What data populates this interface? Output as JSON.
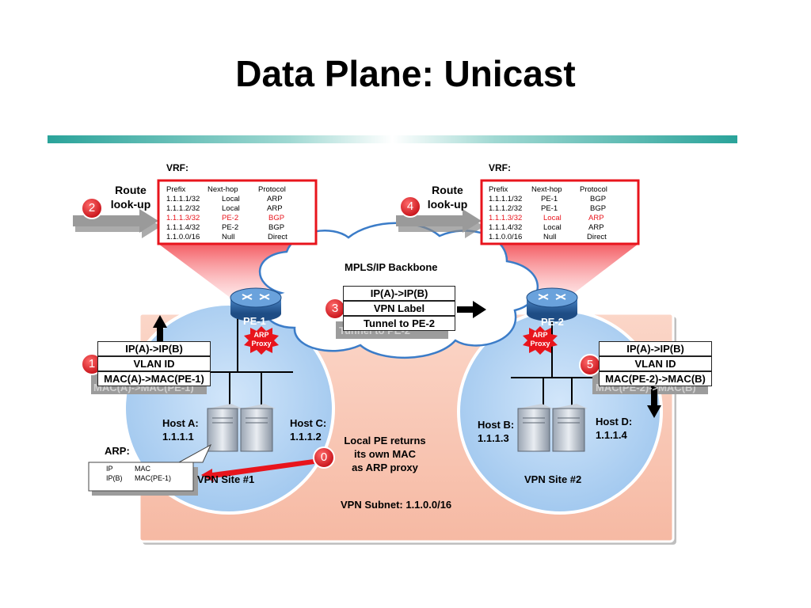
{
  "slide": {
    "title": "Data Plane: Unicast"
  },
  "route_lookup_left": {
    "label_line1": "Route",
    "label_line2": "look-up",
    "step": "2"
  },
  "route_lookup_right": {
    "label_line1": "Route",
    "label_line2": "look-up",
    "step": "4"
  },
  "vrf_left": {
    "label": "VRF:",
    "headers": [
      "Prefix",
      "Next-hop",
      "Protocol"
    ],
    "rows": [
      [
        "1.1.1.1/32",
        "Local",
        "ARP"
      ],
      [
        "1.1.1.2/32",
        "Local",
        "ARP"
      ],
      [
        "1.1.1.3/32",
        "PE-2",
        "BGP"
      ],
      [
        "1.1.1.4/32",
        "PE-2",
        "BGP"
      ],
      [
        "1.1.0.0/16",
        "Null",
        "Direct"
      ]
    ]
  },
  "vrf_right": {
    "label": "VRF:",
    "headers": [
      "Prefix",
      "Next-hop",
      "Protocol"
    ],
    "rows": [
      [
        "1.1.1.1/32",
        "PE-1",
        "BGP"
      ],
      [
        "1.1.1.2/32",
        "PE-1",
        "BGP"
      ],
      [
        "1.1.1.3/32",
        "Local",
        "ARP"
      ],
      [
        "1.1.1.4/32",
        "Local",
        "ARP"
      ],
      [
        "1.1.0.0/16",
        "Null",
        "Direct"
      ]
    ]
  },
  "backbone": {
    "label": "MPLS/IP Backbone",
    "step": "3",
    "packet": [
      "IP(A)->IP(B)",
      "VPN Label",
      "Tunnel to PE-2"
    ],
    "shadow_text": "Tunnel to PE-2"
  },
  "pe1": {
    "label": "PE-1",
    "proxy_line1": "ARP",
    "proxy_line2": "Proxy"
  },
  "pe2": {
    "label": "PE-2",
    "proxy_line1": "ARP",
    "proxy_line2": "Proxy"
  },
  "packet_left": {
    "step": "1",
    "rows": [
      "IP(A)->IP(B)",
      "VLAN ID",
      "MAC(A)->MAC(PE-1)"
    ],
    "shadow_text": "MAC(A)->MAC(PE-1)"
  },
  "packet_right": {
    "step": "5",
    "rows": [
      "IP(A)->IP(B)",
      "VLAN ID",
      "MAC(PE-2)->MAC(B)"
    ],
    "shadow_text": "MAC(PE-2)->MAC(B)"
  },
  "site1": {
    "label": "VPN Site #1",
    "host_a": {
      "name": "Host A:",
      "ip": "1.1.1.1"
    },
    "host_c": {
      "name": "Host C:",
      "ip": "1.1.1.2"
    }
  },
  "site2": {
    "label": "VPN Site #2",
    "host_b": {
      "name": "Host B:",
      "ip": "1.1.1.3"
    },
    "host_d": {
      "name": "Host D:",
      "ip": "1.1.1.4"
    }
  },
  "arp": {
    "label": "ARP:",
    "step": "0",
    "row1": [
      "IP",
      "MAC"
    ],
    "row2": [
      "IP(B)",
      "MAC(PE-1)"
    ],
    "note_line1": "Local PE returns",
    "note_line2": "its own MAC",
    "note_line3": "as ARP proxy"
  },
  "subnet": {
    "label": "VPN Subnet: 1.1.0.0/16"
  },
  "colors": {
    "accent_bar": "#2aa39a",
    "red": "#e8141c",
    "site_fill": "#b3d3f3",
    "region_fill": "#f8c4b0",
    "router": "#2a5d9b"
  }
}
